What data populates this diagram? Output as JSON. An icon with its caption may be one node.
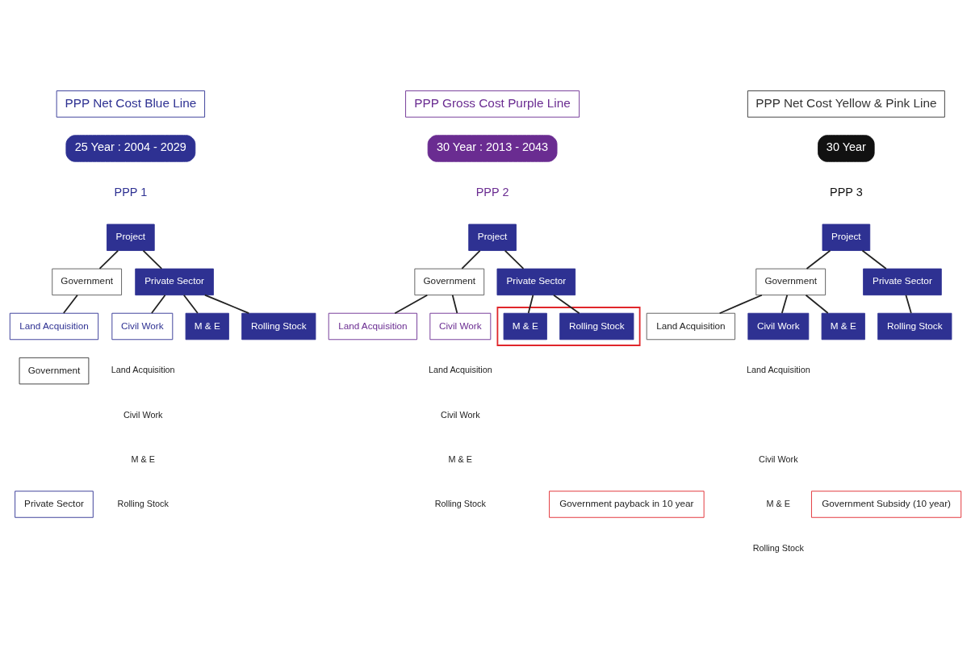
{
  "diagram": {
    "nodes": [
      {
        "text": [
          "PPP Net Cost Blue Line"
        ]
      },
      {
        "text": [
          "25 Year : 2004 - 2029"
        ]
      },
      {
        "text": [
          "Project"
        ]
      },
      {
        "text": [
          "Government"
        ]
      },
      {
        "text": [
          "Private Sector"
        ]
      },
      {
        "text": [
          "Land Acquisition"
        ]
      },
      {
        "text": [
          "Civil Work"
        ]
      },
      {
        "text": [
          "M & E"
        ]
      },
      {
        "text": [
          "Rolling Stock"
        ]
      },
      {
        "text": [
          "PPP Gross Cost Purple Line"
        ]
      },
      {
        "text": [
          "30 Year : 2013 - 2043"
        ]
      },
      {
        "text": [
          "Project"
        ]
      },
      {
        "text": [
          "Government"
        ]
      },
      {
        "text": [
          "Private Sector"
        ]
      },
      {
        "text": [
          "Land Acquisition"
        ]
      },
      {
        "text": [
          "Civil Work"
        ]
      },
      {
        "text": [],
        "shape": "box"
      },
      {
        "text": [
          "M & E"
        ],
        "in": 16
      },
      {
        "text": [
          "Rolling Stock"
        ],
        "in": 16
      },
      {
        "text": [
          "PPP Net Cost Yellow & Pink Line"
        ]
      },
      {
        "text": [
          "30 Year"
        ]
      },
      {
        "text": [
          "Project"
        ]
      },
      {
        "text": [
          "Government"
        ]
      },
      {
        "text": [
          "Private Sector"
        ]
      },
      {
        "text": [
          "Land Acquisition"
        ]
      },
      {
        "text": [
          "Civil Work"
        ]
      },
      {
        "text": [
          "M & E"
        ]
      },
      {
        "text": [
          "Rolling Stock"
        ]
      },
      {
        "text": [
          "Government"
        ]
      },
      {
        "text": [
          "Private Sector"
        ]
      },
      {
        "text": [
          "Government payback in 10 year"
        ]
      },
      {
        "text": [
          "Government Subsidy (10 year)"
        ]
      }
    ],
    "edges": [
      {
        "from": 2,
        "to": 3,
        "arrow": "none"
      },
      {
        "from": 2,
        "to": 4,
        "arrow": "none"
      },
      {
        "from": 3,
        "to": 5,
        "arrow": "none"
      },
      {
        "from": 4,
        "to": 6,
        "arrow": "none"
      },
      {
        "from": 4,
        "to": 7,
        "arrow": "none"
      },
      {
        "from": 4,
        "to": 8,
        "arrow": "none"
      },
      {
        "from": 11,
        "to": 12,
        "arrow": "none"
      },
      {
        "from": 11,
        "to": 13,
        "arrow": "none"
      },
      {
        "from": 12,
        "to": 14,
        "arrow": "none"
      },
      {
        "from": 12,
        "to": 15,
        "arrow": "none"
      },
      {
        "from": 13,
        "to": 17,
        "arrow": "none"
      },
      {
        "from": 13,
        "to": 18,
        "arrow": "none"
      },
      {
        "from": 21,
        "to": 22,
        "arrow": "none"
      },
      {
        "from": 21,
        "to": 23,
        "arrow": "none"
      },
      {
        "from": 22,
        "to": 24,
        "arrow": "none"
      },
      {
        "from": 22,
        "to": 25,
        "arrow": "none"
      },
      {
        "from": 22,
        "to": 26,
        "arrow": "none"
      },
      {
        "from": 23,
        "to": 27,
        "arrow": "none"
      }
    ],
    "labels": [
      "PPP 1",
      "PPP 2",
      "PPP 3",
      "Land Acquisition",
      "Civil Work",
      "Land Acquisition",
      "Civil Work",
      "Land Acquisition",
      "M & E",
      "Rolling Stock",
      "M & E",
      "Rolling Stock",
      "Civil Work",
      "M & E",
      "Rolling Stock"
    ]
  }
}
